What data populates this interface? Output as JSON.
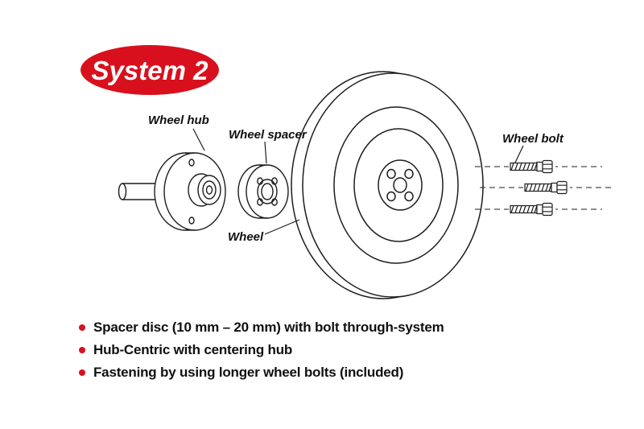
{
  "badge": {
    "label": "System 2"
  },
  "colors": {
    "accent_red": "#d8101d",
    "line": "#1d1d1d",
    "background": "#ffffff"
  },
  "diagram": {
    "labels": {
      "wheel_hub": "Wheel hub",
      "wheel_spacer": "Wheel spacer",
      "wheel": "Wheel",
      "wheel_bolt": "Wheel bolt"
    }
  },
  "bullets": {
    "items": [
      "Spacer disc (10 mm – 20 mm) with bolt through-system",
      "Hub-Centric with centering hub",
      "Fastening by using longer wheel bolts (included)"
    ]
  }
}
